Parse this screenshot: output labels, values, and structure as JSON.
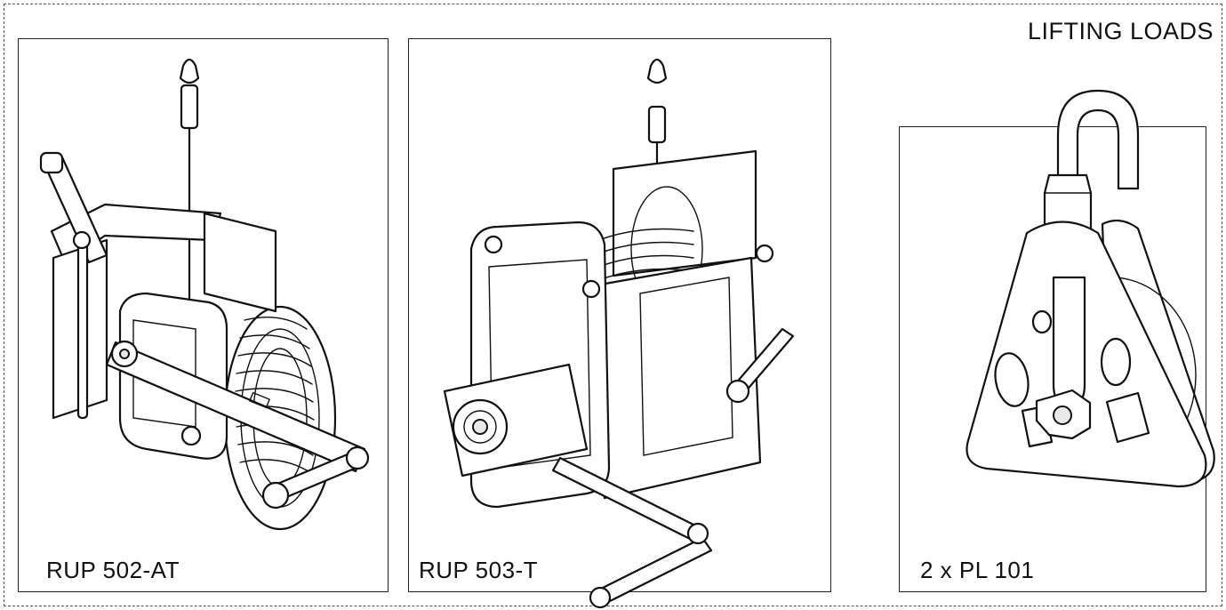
{
  "page": {
    "heading": "LIFTING LOADS"
  },
  "panels": [
    {
      "id": "rup-502-at",
      "caption": "RUP 502-AT",
      "illustration_icon": "hand-winch-crank-icon"
    },
    {
      "id": "rup-503-t",
      "caption": "RUP 503-T",
      "illustration_icon": "gear-winch-crank-icon"
    },
    {
      "id": "pl-101",
      "caption": "2 x PL 101",
      "illustration_icon": "pulley-block-icon"
    }
  ],
  "colors": {
    "line": "#111111",
    "background": "#ffffff",
    "border": "#555555"
  }
}
